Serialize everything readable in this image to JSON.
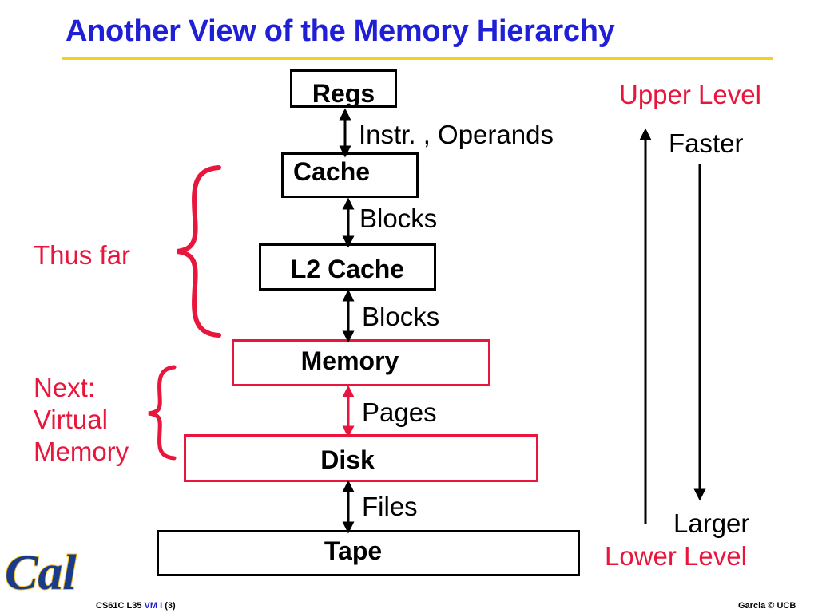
{
  "slide": {
    "title": "Another View of the Memory Hierarchy"
  },
  "hierarchy": {
    "levels": [
      {
        "name": "Regs"
      },
      {
        "name": "Cache"
      },
      {
        "name": "L2 Cache"
      },
      {
        "name": "Memory"
      },
      {
        "name": "Disk"
      },
      {
        "name": "Tape"
      }
    ],
    "transfers": [
      "Instr. , Operands",
      "Blocks",
      "Blocks",
      "Pages",
      "Files"
    ]
  },
  "annotations": {
    "upper_level": "Upper Level",
    "faster": "Faster",
    "larger": "Larger",
    "lower_level": "Lower Level",
    "thus_far": "Thus far",
    "next_line1": "Next:",
    "next_line2": "Virtual",
    "next_line3": "Memory"
  },
  "footer": {
    "course": "CS61C L35",
    "topic": "VM I",
    "page": "(3)",
    "author": "Garcia © UCB",
    "logo_text": "Cal"
  },
  "colors": {
    "title": "#1f1fd6",
    "accent_red": "#e8163c",
    "rule_gold": "#f2d21b",
    "logo_blue": "#1a3a8c",
    "logo_gold": "#f2c21b"
  }
}
